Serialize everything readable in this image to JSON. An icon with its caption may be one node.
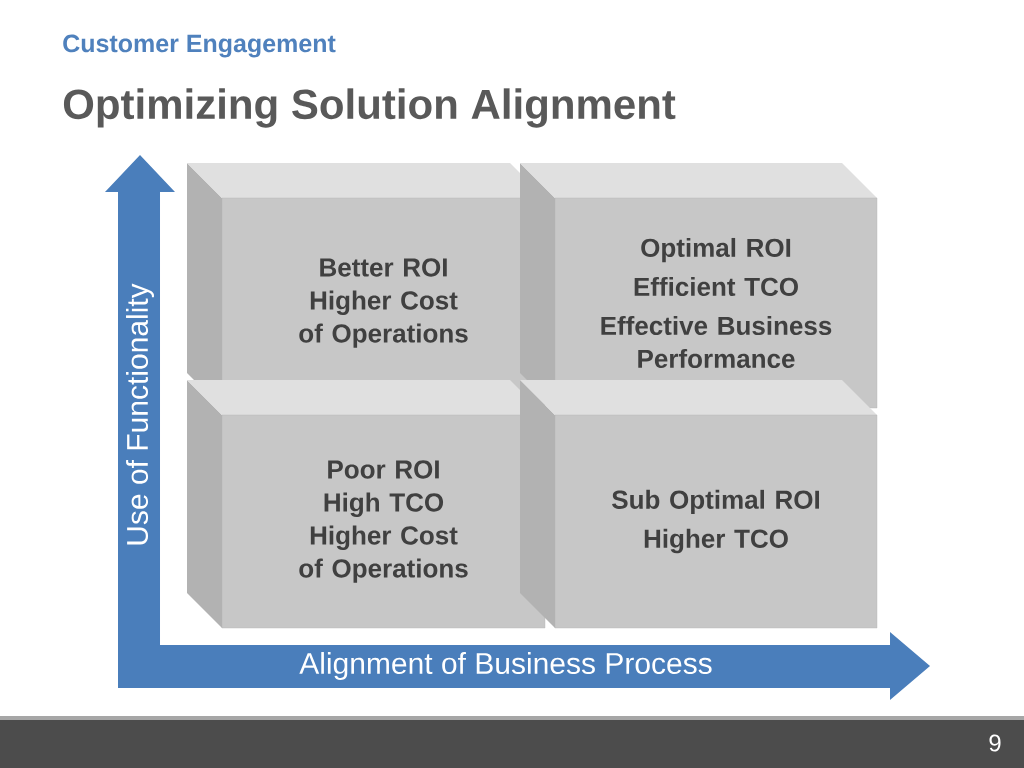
{
  "diagram": {
    "title": "Optimizing Solution Alignment",
    "nodes": [
      {
        "text": [
          "Better ROI",
          "Higher Cost of Operations"
        ]
      },
      {
        "text": [
          "Optimal ROI",
          "Efficient TCO",
          "Effective Business Performance"
        ]
      },
      {
        "text": [
          "Poor ROI",
          "High TCO",
          "Higher Cost of Operations"
        ]
      },
      {
        "text": [
          "Sub Optimal ROI",
          "Higher TCO"
        ]
      }
    ],
    "labels": [
      "Customer Engagement",
      "Use of Functionality",
      "Alignment of Business Process",
      "9"
    ]
  }
}
